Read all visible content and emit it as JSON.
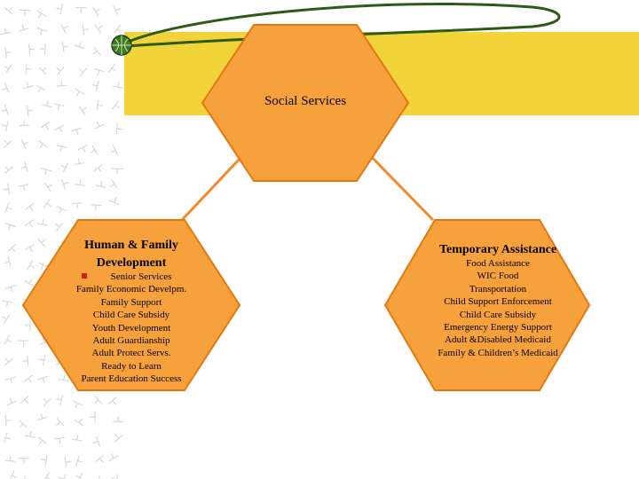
{
  "center": {
    "title": "Social Services"
  },
  "left": {
    "title_line1": "Human & Family",
    "title_line2": "Development",
    "items": [
      "Senior Services",
      "Family Economic Develpm.",
      "Family Support",
      "Child Care Subsidy",
      "Youth Development",
      "Adult Guardianship",
      "Adult Protect Servs.",
      "Ready to Learn",
      "Parent Education Success"
    ]
  },
  "right": {
    "title": "Temporary Assistance",
    "items": [
      "Food Assistance",
      "WIC Food",
      "Transportation",
      "Child Support Enforcement",
      "Child Care Subsidy",
      "Emergency Energy Support",
      "Adult &Disabled Medicaid",
      "Family & Children’s Medicaid"
    ]
  },
  "colors": {
    "hex_fill": "#f7a13c",
    "hex_stroke": "#e07a10",
    "band": "#f2d43a",
    "swoosh": "#2e5a18",
    "bullet": "#cc2020"
  }
}
